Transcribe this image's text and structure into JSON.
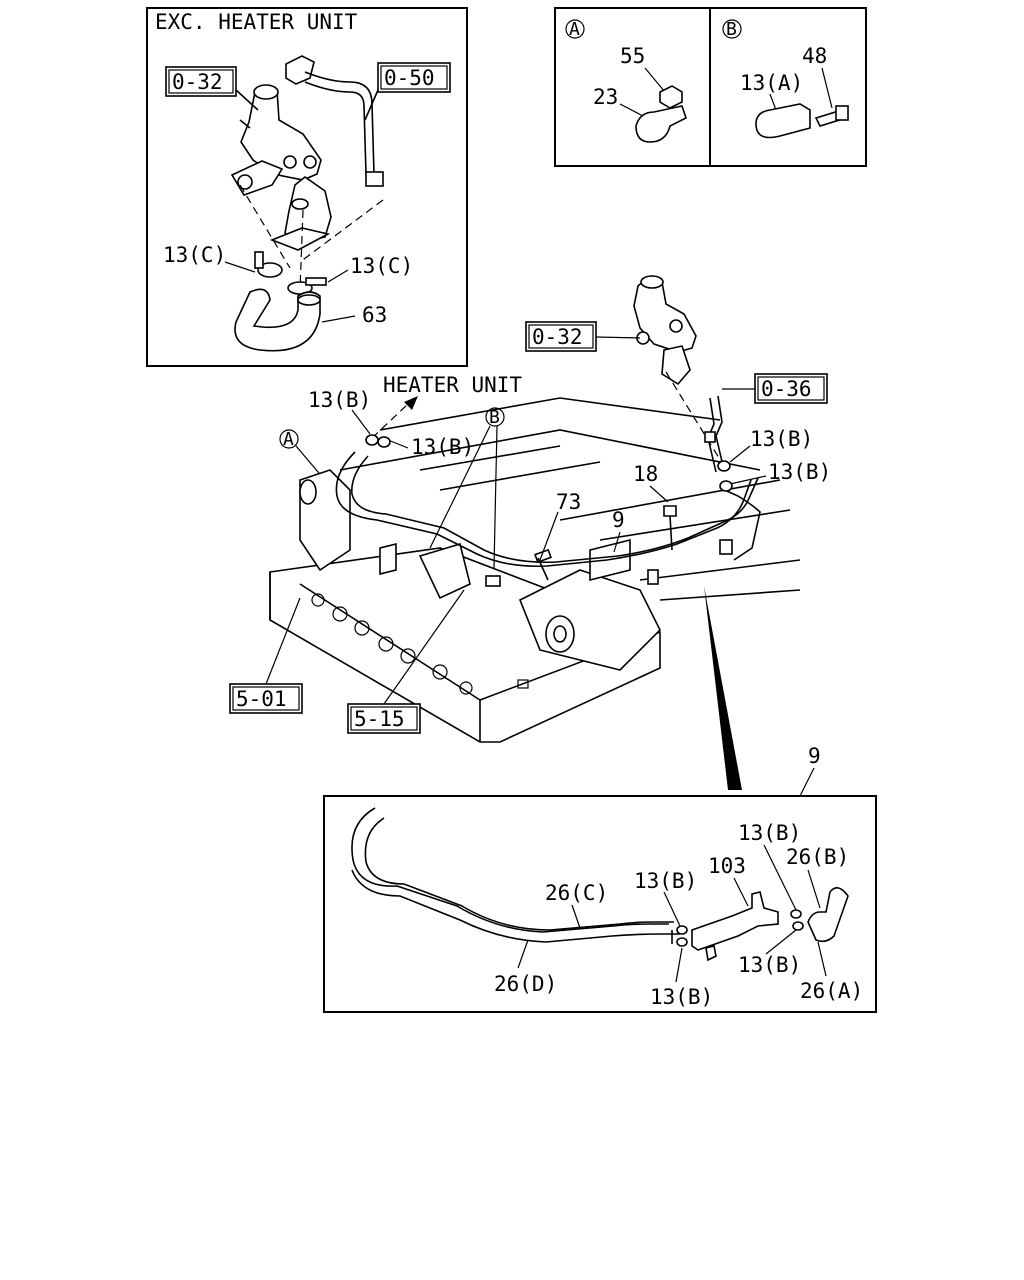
{
  "inset_exc": {
    "title": "EXC. HEATER UNIT",
    "ref_032": "0-32",
    "ref_050": "0-50",
    "label_13c_a": "13(C)",
    "label_13c_b": "13(C)",
    "label_63": "63"
  },
  "inset_a": {
    "marker": "A",
    "label_55": "55",
    "label_23": "23"
  },
  "inset_b": {
    "marker": "B",
    "label_48": "48",
    "label_13a": "13(A)"
  },
  "main": {
    "heater_unit": "HEATER UNIT",
    "label_13b_1": "13(B)",
    "label_13b_2": "13(B)",
    "marker_a": "A",
    "marker_b": "B",
    "ref_032": "0-32",
    "ref_036": "0-36",
    "label_13b_3": "13(B)",
    "label_13b_4": "13(B)",
    "label_18": "18",
    "label_73": "73",
    "label_9": "9",
    "ref_501": "5-01",
    "ref_515": "5-15"
  },
  "detail": {
    "label_9": "9",
    "label_13b_top": "13(B)",
    "label_26b": "26(B)",
    "label_103": "103",
    "label_13b_mid": "13(B)",
    "label_26c": "26(C)",
    "label_26d": "26(D)",
    "label_13b_bottom": "13(B)",
    "label_13b_right": "13(B)",
    "label_26a": "26(A)"
  }
}
